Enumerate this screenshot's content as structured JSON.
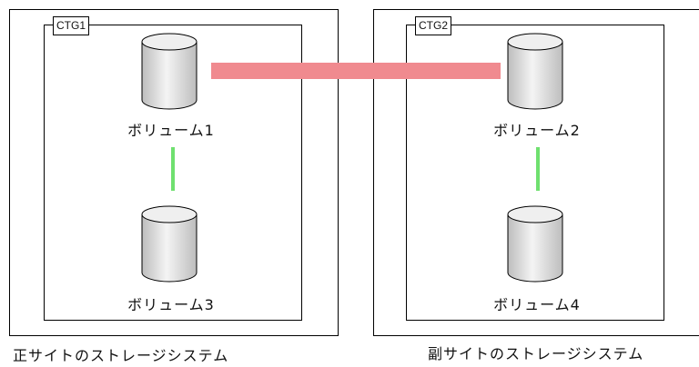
{
  "primary_site": {
    "caption": "正サイトのストレージシステム",
    "group_label": "CTG1",
    "volumes": [
      "ボリューム1",
      "ボリューム3"
    ]
  },
  "secondary_site": {
    "caption": "副サイトのストレージシステム",
    "group_label": "CTG2",
    "volumes": [
      "ボリューム2",
      "ボリューム4"
    ]
  },
  "colors": {
    "remote_copy_link": "#f08a8f",
    "local_pair_link": "#6fe06f",
    "cylinder_fill": "#e6e6e6"
  }
}
